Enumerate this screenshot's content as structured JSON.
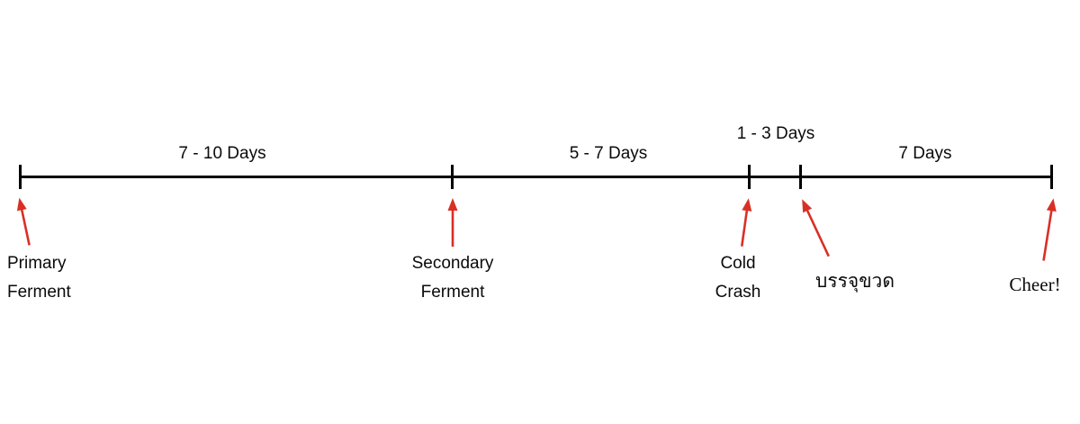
{
  "timeline": {
    "durations": [
      {
        "label": "7 - 10 Days"
      },
      {
        "label": "5 - 7 Days"
      },
      {
        "label": "1 - 3 Days"
      },
      {
        "label": "7 Days"
      }
    ],
    "stages": [
      {
        "lines": [
          "Primary",
          "Ferment"
        ]
      },
      {
        "lines": [
          "Secondary",
          "Ferment"
        ]
      },
      {
        "lines": [
          "Cold",
          "Crash"
        ]
      },
      {
        "lines": [
          "บรรจุขวด"
        ]
      },
      {
        "lines": [
          "Cheer!"
        ]
      }
    ],
    "colors": {
      "axis": "#000000",
      "arrow": "#d93025"
    }
  }
}
